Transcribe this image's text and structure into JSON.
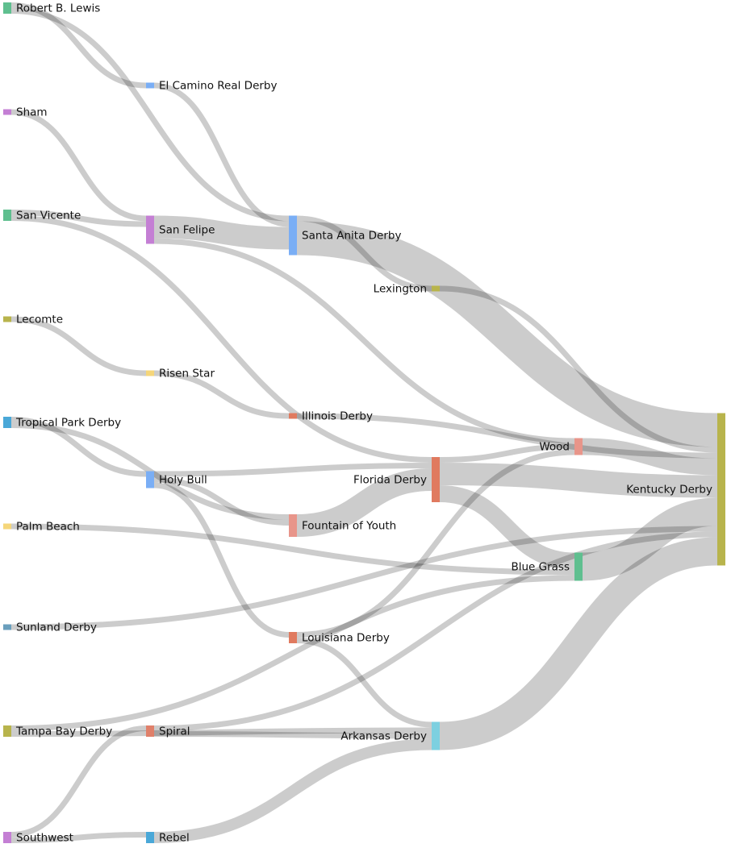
{
  "chart_data": {
    "type": "sankey",
    "title": "",
    "link_color": "#000000",
    "nodes": [
      {
        "name": "Robert B. Lewis",
        "color": "#5fbf8f"
      },
      {
        "name": "Sham",
        "color": "#c47fd4"
      },
      {
        "name": "San Vicente",
        "color": "#5fbf8f"
      },
      {
        "name": "Lecomte",
        "color": "#b8b44c"
      },
      {
        "name": "Tropical Park Derby",
        "color": "#4aa8d8"
      },
      {
        "name": "Palm Beach",
        "color": "#f5d67a"
      },
      {
        "name": "Sunland Derby",
        "color": "#6a9fbd"
      },
      {
        "name": "Tampa Bay Derby",
        "color": "#b8b44c"
      },
      {
        "name": "Southwest",
        "color": "#c47fd4"
      },
      {
        "name": "El Camino Real Derby",
        "color": "#7aaef5"
      },
      {
        "name": "San Felipe",
        "color": "#c47fd4"
      },
      {
        "name": "Risen Star",
        "color": "#f5d67a"
      },
      {
        "name": "Holy Bull",
        "color": "#7aaef5"
      },
      {
        "name": "Spiral",
        "color": "#e0806a"
      },
      {
        "name": "Rebel",
        "color": "#4aa8d8"
      },
      {
        "name": "Santa Anita Derby",
        "color": "#7aaef5"
      },
      {
        "name": "Illinois Derby",
        "color": "#e07a5f"
      },
      {
        "name": "Fountain of Youth",
        "color": "#e8958a"
      },
      {
        "name": "Louisiana Derby",
        "color": "#e07a5f"
      },
      {
        "name": "Lexington",
        "color": "#b8b44c"
      },
      {
        "name": "Florida Derby",
        "color": "#e07a5f"
      },
      {
        "name": "Arkansas Derby",
        "color": "#7dd0e0"
      },
      {
        "name": "Wood",
        "color": "#e8958a"
      },
      {
        "name": "Blue Grass",
        "color": "#5fbf8f"
      },
      {
        "name": "Kentucky Derby",
        "color": "#b8b44c"
      }
    ],
    "links": [
      {
        "source": "Robert B. Lewis",
        "target": "El Camino Real Derby",
        "value": 1
      },
      {
        "source": "Robert B. Lewis",
        "target": "Santa Anita Derby",
        "value": 1
      },
      {
        "source": "Sham",
        "target": "San Felipe",
        "value": 1
      },
      {
        "source": "San Vicente",
        "target": "San Felipe",
        "value": 1
      },
      {
        "source": "San Vicente",
        "target": "Florida Derby",
        "value": 1
      },
      {
        "source": "Lecomte",
        "target": "Risen Star",
        "value": 1
      },
      {
        "source": "Tropical Park Derby",
        "target": "Holy Bull",
        "value": 1
      },
      {
        "source": "Tropical Park Derby",
        "target": "Fountain of Youth",
        "value": 1
      },
      {
        "source": "Palm Beach",
        "target": "Blue Grass",
        "value": 1
      },
      {
        "source": "Sunland Derby",
        "target": "Kentucky Derby",
        "value": 1
      },
      {
        "source": "Tampa Bay Derby",
        "target": "Blue Grass",
        "value": 1
      },
      {
        "source": "Tampa Bay Derby",
        "target": "Arkansas Derby",
        "value": 1
      },
      {
        "source": "Southwest",
        "target": "Spiral",
        "value": 1
      },
      {
        "source": "Southwest",
        "target": "Rebel",
        "value": 1
      },
      {
        "source": "El Camino Real Derby",
        "target": "Santa Anita Derby",
        "value": 1
      },
      {
        "source": "San Felipe",
        "target": "Santa Anita Derby",
        "value": 4
      },
      {
        "source": "San Felipe",
        "target": "Wood",
        "value": 1
      },
      {
        "source": "Risen Star",
        "target": "Illinois Derby",
        "value": 1
      },
      {
        "source": "Holy Bull",
        "target": "Florida Derby",
        "value": 1
      },
      {
        "source": "Holy Bull",
        "target": "Fountain of Youth",
        "value": 1
      },
      {
        "source": "Holy Bull",
        "target": "Louisiana Derby",
        "value": 1
      },
      {
        "source": "Spiral",
        "target": "Kentucky Derby",
        "value": 1
      },
      {
        "source": "Spiral",
        "target": "Arkansas Derby",
        "value": 1
      },
      {
        "source": "Rebel",
        "target": "Arkansas Derby",
        "value": 2
      },
      {
        "source": "Santa Anita Derby",
        "target": "Lexington",
        "value": 1
      },
      {
        "source": "Santa Anita Derby",
        "target": "Kentucky Derby",
        "value": 6
      },
      {
        "source": "Illinois Derby",
        "target": "Kentucky Derby",
        "value": 1
      },
      {
        "source": "Fountain of Youth",
        "target": "Florida Derby",
        "value": 4
      },
      {
        "source": "Louisiana Derby",
        "target": "Wood",
        "value": 1
      },
      {
        "source": "Louisiana Derby",
        "target": "Arkansas Derby",
        "value": 1
      },
      {
        "source": "Lexington",
        "target": "Kentucky Derby",
        "value": 1
      },
      {
        "source": "Florida Derby",
        "target": "Wood",
        "value": 1
      },
      {
        "source": "Florida Derby",
        "target": "Kentucky Derby",
        "value": 4
      },
      {
        "source": "Florida Derby",
        "target": "Blue Grass",
        "value": 3
      },
      {
        "source": "Arkansas Derby",
        "target": "Kentucky Derby",
        "value": 5
      },
      {
        "source": "Wood",
        "target": "Kentucky Derby",
        "value": 3
      },
      {
        "source": "Blue Grass",
        "target": "Kentucky Derby",
        "value": 5
      }
    ]
  }
}
